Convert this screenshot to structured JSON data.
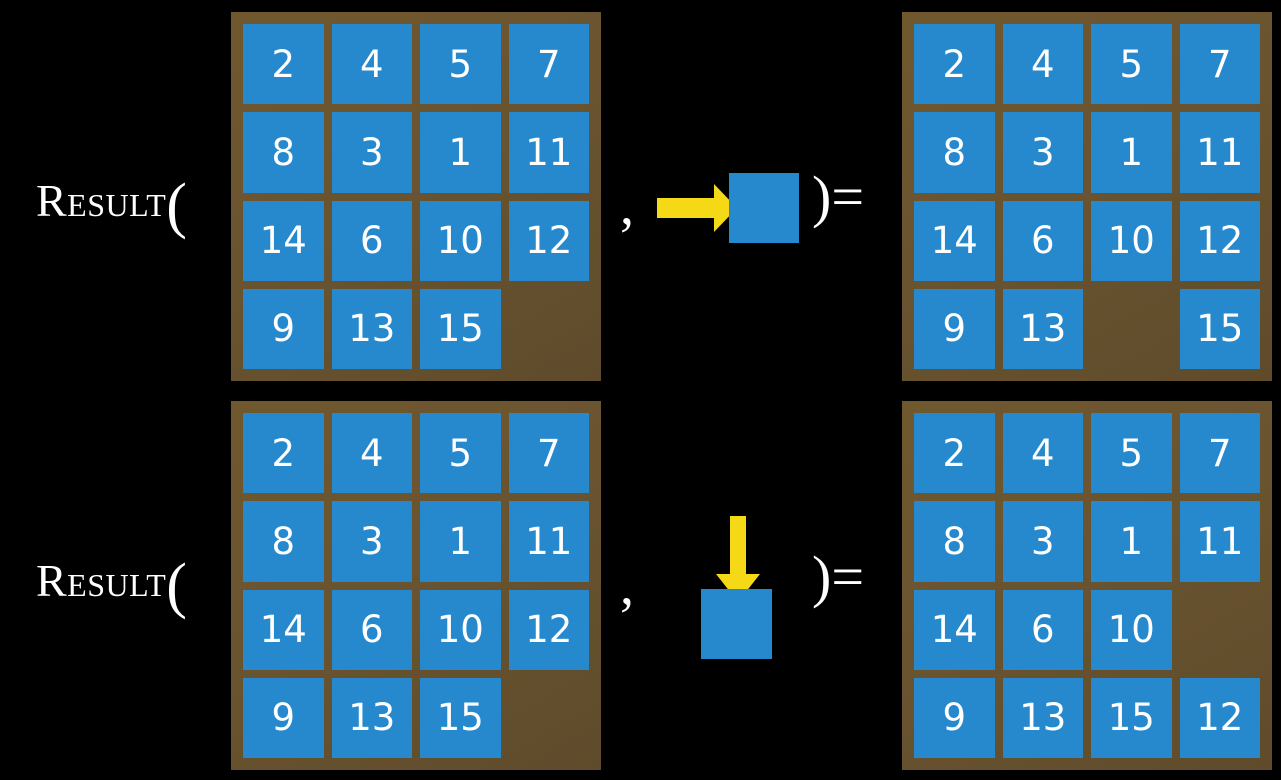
{
  "figure": {
    "background_color": "#000000",
    "tile_color": "#2689ce",
    "board_color": "#6a5430",
    "arrow_color": "#f5d916",
    "text_color": "#ffffff"
  },
  "notation": {
    "result_word": "Result",
    "open_paren": "(",
    "comma": ",",
    "close_paren": ")",
    "equals": "="
  },
  "rows": [
    {
      "id": "row-top",
      "operator_icon": "arrow-right-icon",
      "operator_direction": "right",
      "input_board": {
        "label": "input-state-top",
        "columns": 4,
        "rows": 4,
        "cells": [
          [
            "2",
            "4",
            "5",
            "7"
          ],
          [
            "8",
            "3",
            "1",
            "11"
          ],
          [
            "14",
            "6",
            "10",
            "12"
          ],
          [
            "9",
            "13",
            "15",
            ""
          ]
        ]
      },
      "output_board": {
        "label": "output-state-top",
        "columns": 4,
        "rows": 4,
        "cells": [
          [
            "2",
            "4",
            "5",
            "7"
          ],
          [
            "8",
            "3",
            "1",
            "11"
          ],
          [
            "14",
            "6",
            "10",
            "12"
          ],
          [
            "9",
            "13",
            "",
            "15"
          ]
        ]
      }
    },
    {
      "id": "row-bottom",
      "operator_icon": "arrow-down-icon",
      "operator_direction": "down",
      "input_board": {
        "label": "input-state-bottom",
        "columns": 4,
        "rows": 4,
        "cells": [
          [
            "2",
            "4",
            "5",
            "7"
          ],
          [
            "8",
            "3",
            "1",
            "11"
          ],
          [
            "14",
            "6",
            "10",
            "12"
          ],
          [
            "9",
            "13",
            "15",
            ""
          ]
        ]
      },
      "output_board": {
        "label": "output-state-bottom",
        "columns": 4,
        "rows": 4,
        "cells": [
          [
            "2",
            "4",
            "5",
            "7"
          ],
          [
            "8",
            "3",
            "1",
            "11"
          ],
          [
            "14",
            "6",
            "10",
            ""
          ],
          [
            "9",
            "13",
            "15",
            "12"
          ]
        ]
      }
    }
  ]
}
